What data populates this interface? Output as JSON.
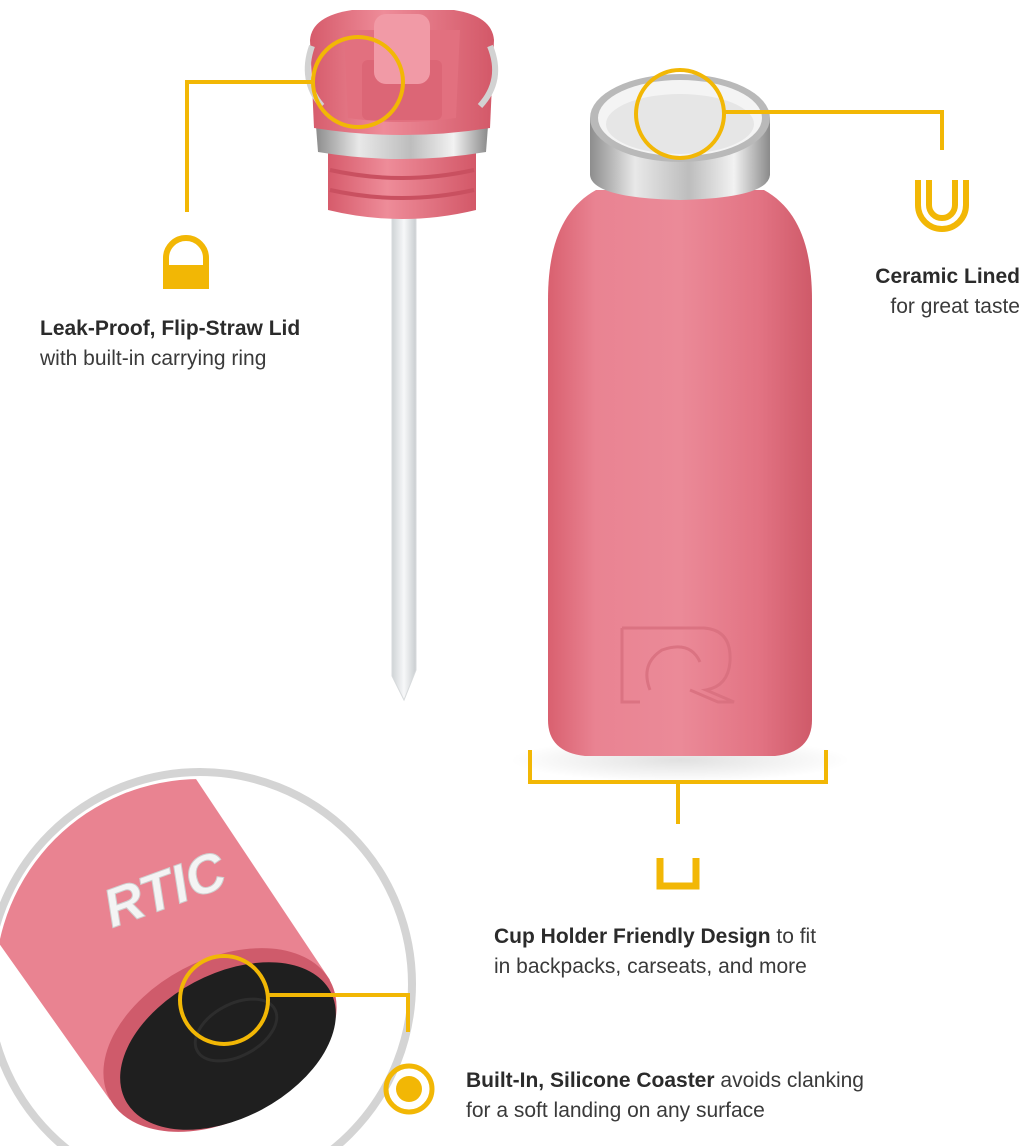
{
  "colors": {
    "accent": "#f2b705",
    "bottle_pink": "#e77b8b",
    "text": "#2b2b2b"
  },
  "logos": {
    "side_logo": "RTIC"
  },
  "features": [
    {
      "icon": "carry-ring-icon",
      "title": "Leak-Proof, Flip-Straw Lid",
      "description": "with built-in carrying ring"
    },
    {
      "icon": "ceramic-cup-icon",
      "title": "Ceramic Lined",
      "description": "for great taste"
    },
    {
      "icon": "cup-holder-icon",
      "title": "Cup Holder Friendly Design",
      "description": "to fit",
      "description_line2": "in backpacks, carseats, and more"
    },
    {
      "icon": "coaster-icon",
      "title": "Built-In, Silicone Coaster",
      "description": "avoids clanking",
      "description_line2": "for a soft landing on any surface"
    }
  ]
}
